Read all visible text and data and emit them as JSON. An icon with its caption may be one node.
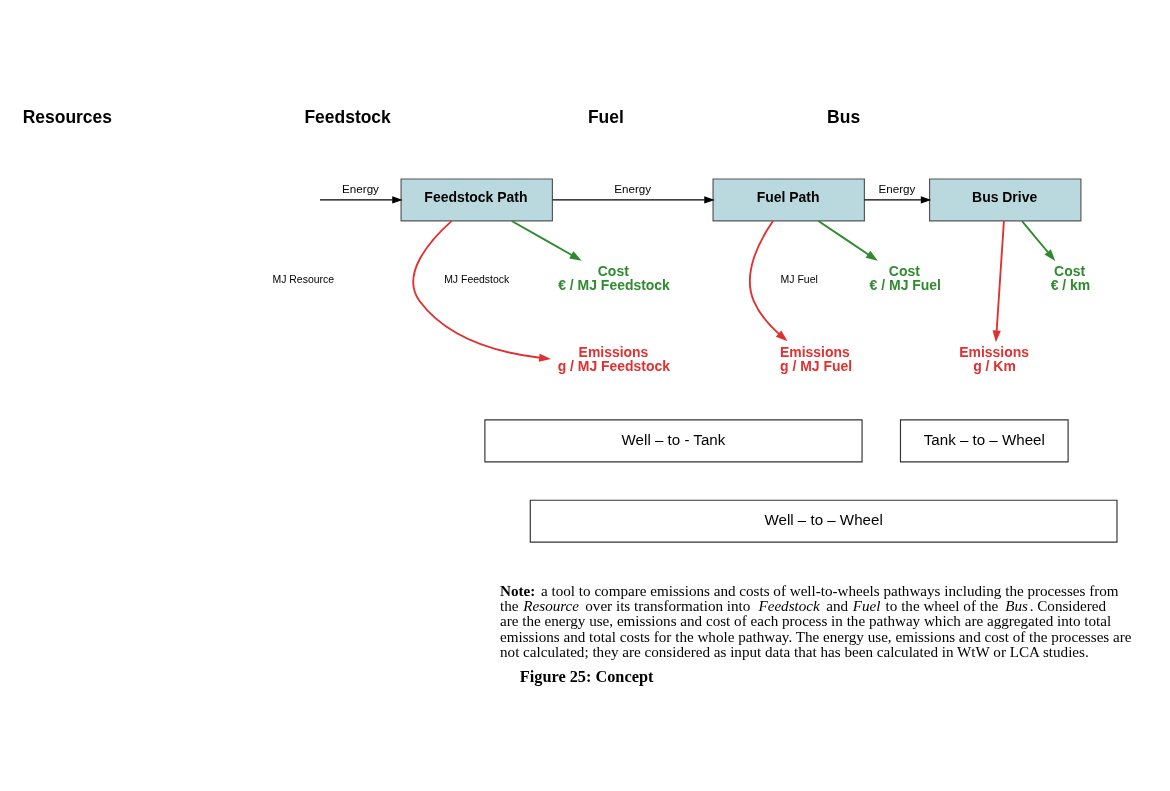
{
  "diagram": {
    "caption": "Figure 25: Concept",
    "nodes": [
      {
        "text": [
          "Feedstock Path"
        ]
      },
      {
        "text": [
          "Fuel Path"
        ]
      },
      {
        "text": [
          "Bus Drive"
        ]
      },
      {
        "text": [
          "Cost",
          "€ / MJ Feedstock"
        ]
      },
      {
        "text": [
          "Emissions",
          "g / MJ Feedstock"
        ]
      },
      {
        "text": [
          "Cost",
          "€ / MJ Fuel"
        ]
      },
      {
        "text": [
          "Emissions",
          "g / MJ Fuel"
        ]
      },
      {
        "text": [
          "Cost",
          "€ / km"
        ]
      },
      {
        "text": [
          "Emissions",
          "g / Km"
        ]
      }
    ],
    "edges": [
      {
        "from": null,
        "to": 0,
        "arrow": "to",
        "label": "Energy"
      },
      {
        "from": 0,
        "to": 1,
        "arrow": "to",
        "label": "Energy"
      },
      {
        "from": 1,
        "to": 2,
        "arrow": "to",
        "label": "Energy"
      },
      {
        "from": 0,
        "to": 4,
        "arrow": "to",
        "color": "#e03030"
      },
      {
        "from": 0,
        "to": 3,
        "arrow": "to",
        "color": "#2e8b2e"
      },
      {
        "from": 1,
        "to": 6,
        "arrow": "to",
        "color": "#e03030"
      },
      {
        "from": 1,
        "to": 5,
        "arrow": "to",
        "color": "#2e8b2e"
      },
      {
        "from": 2,
        "to": 8,
        "arrow": "to",
        "color": "#e03030"
      },
      {
        "from": 2,
        "to": 7,
        "arrow": "to",
        "color": "#2e8b2e"
      }
    ],
    "labels": [
      "Resources",
      "Feedstock",
      "Fuel",
      "Bus",
      "MJ Resource",
      "MJ Feedstock",
      "MJ Fuel",
      "Well – to - Tank",
      "Tank – to – Wheel",
      "Well – to – Wheel",
      "**Note:** a tool to compare emissions and costs of well-to-wheels pathways including the processes from the *Resource* over its transformation into *Feedstock* and *Fuel* to the wheel of the *Bus*. Considered are the energy use, emissions and cost of each process in the pathway which are aggregated into total emissions and total costs for the whole pathway. The energy use, emissions and cost of the processes are not calculated; they are considered as input data that has been calculated in WtW or LCA studies."
    ]
  }
}
